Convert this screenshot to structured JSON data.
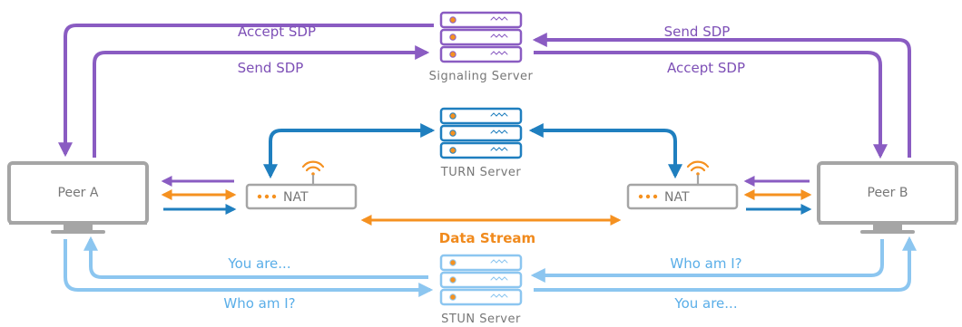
{
  "colors": {
    "purple": "#8a5cc2",
    "blue": "#1f7fbf",
    "light_blue": "#8cc6f0",
    "orange": "#f59120",
    "grey": "#a5a5a5"
  },
  "signaling": {
    "server_label": "Signaling Server",
    "left_top": "Accept SDP",
    "left_bottom": "Send SDP",
    "right_top": "Send SDP",
    "right_bottom": "Accept SDP"
  },
  "turn": {
    "server_label": "TURN Server"
  },
  "stun": {
    "server_label": "STUN Server",
    "left_top": "You are...",
    "left_bottom": "Who am I?",
    "right_top": "Who am I?",
    "right_bottom": "You are..."
  },
  "peer_a": {
    "label": "Peer A"
  },
  "peer_b": {
    "label": "Peer B"
  },
  "nat_left": {
    "label": "NAT"
  },
  "nat_right": {
    "label": "NAT"
  },
  "data_stream": {
    "label": "Data Stream"
  },
  "icons": {
    "server": "server-icon",
    "wifi": "wifi-icon",
    "monitor": "monitor-icon"
  }
}
